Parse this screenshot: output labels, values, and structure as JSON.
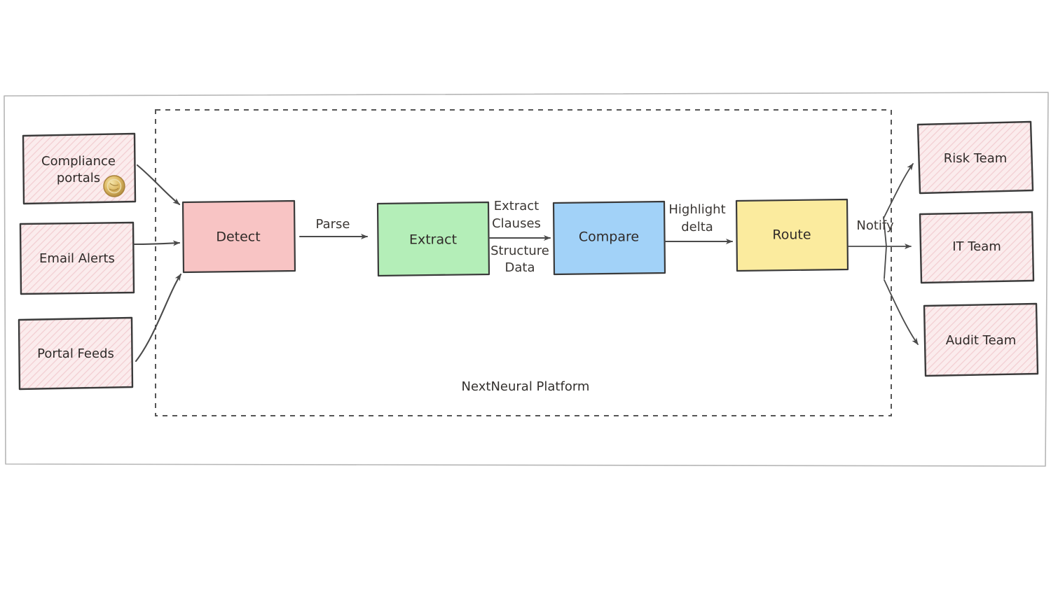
{
  "canvas": {
    "background_color": "#ffffff",
    "frame_color": "#b6b6b6"
  },
  "boundary": {
    "label": "NextNeural Platform",
    "style": "dashed",
    "color": "#555555"
  },
  "inputs": {
    "group_name": "data-sources",
    "fill_color": "#fbeced",
    "hatch_color": "#f3cfd2",
    "stroke_color": "#3a3a3a",
    "items": [
      {
        "id": "compliance-portals",
        "label_line1": "Compliance",
        "label_line2": "portals",
        "has_badge": true,
        "badge": "gold-coin-icon"
      },
      {
        "id": "email-alerts",
        "label_line1": "Email Alerts",
        "label_line2": "",
        "has_badge": false,
        "badge": ""
      },
      {
        "id": "portal-feeds",
        "label_line1": "Portal Feeds",
        "label_line2": "",
        "has_badge": false,
        "badge": ""
      }
    ]
  },
  "process": {
    "group_name": "pipeline-stages",
    "items": [
      {
        "id": "detect",
        "label": "Detect",
        "fill_color": "#f8c4c4"
      },
      {
        "id": "extract",
        "label": "Extract",
        "fill_color": "#b4eeb8"
      },
      {
        "id": "compare",
        "label": "Compare",
        "fill_color": "#a2d2f8"
      },
      {
        "id": "route",
        "label": "Route",
        "fill_color": "#fbeb9e"
      }
    ]
  },
  "outputs": {
    "group_name": "teams",
    "fill_color": "#fbeced",
    "hatch_color": "#f3cfd2",
    "stroke_color": "#3a3a3a",
    "items": [
      {
        "id": "risk-team",
        "label": "Risk Team"
      },
      {
        "id": "it-team",
        "label": "IT Team"
      },
      {
        "id": "audit-team",
        "label": "Audit Team"
      }
    ]
  },
  "edges": {
    "labels": [
      {
        "id": "parse",
        "text": "Parse",
        "from": "detect",
        "to": "extract"
      },
      {
        "id": "extract-clauses",
        "text": "Extract",
        "text2": "Clauses",
        "from": "extract",
        "to": "compare"
      },
      {
        "id": "structure-data",
        "text": "Structure",
        "text2": "Data",
        "from": "extract",
        "to": "compare"
      },
      {
        "id": "highlight-delta",
        "text": "Highlight",
        "text2": "delta",
        "from": "compare",
        "to": "route"
      },
      {
        "id": "notify",
        "text": "Notify",
        "from": "route",
        "to": "teams"
      }
    ]
  }
}
